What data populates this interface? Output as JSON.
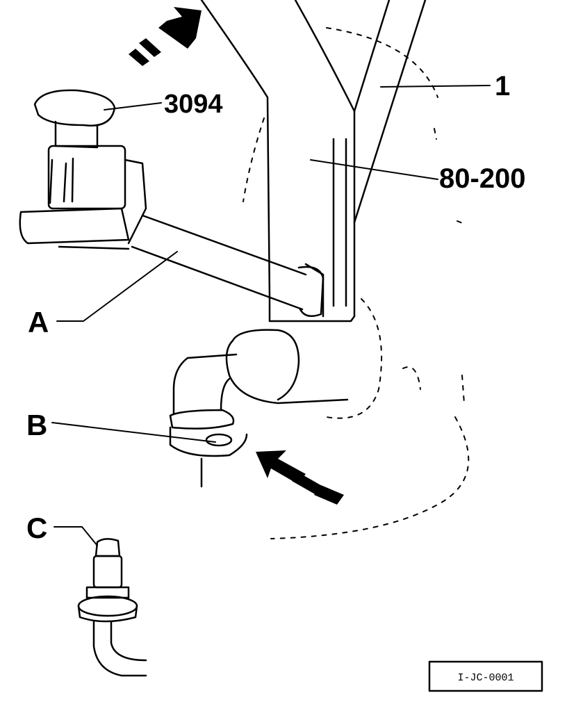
{
  "labels": {
    "tool_3094": "3094",
    "part_1": "1",
    "tool_80_200": "80-200",
    "a": "A",
    "b": "B",
    "c": "C"
  },
  "reference_code": "I-JC-0001",
  "colors": {
    "ink": "#000000",
    "paper": "#ffffff"
  }
}
